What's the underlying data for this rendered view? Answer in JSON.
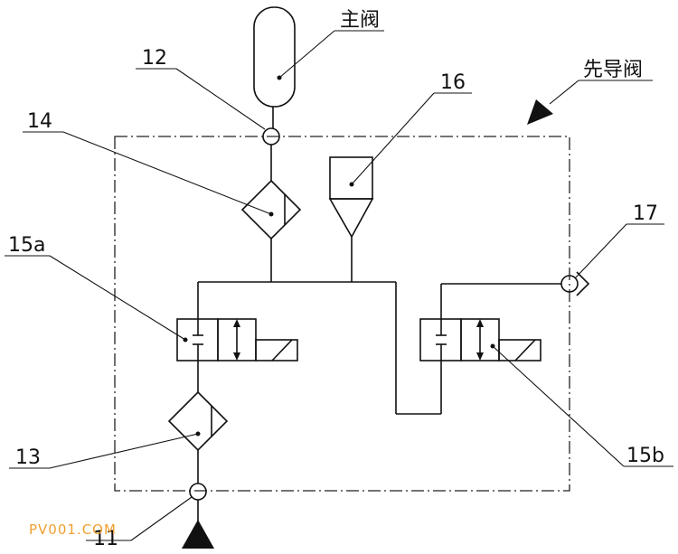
{
  "labels": {
    "main_valve": "主阀",
    "pilot_valve": "先导阀",
    "n12": "12",
    "n14": "14",
    "n16": "16",
    "n15a": "15a",
    "n17": "17",
    "n13": "13",
    "n15b": "15b",
    "n11": "11"
  },
  "watermark": "PV001.COM",
  "colors": {
    "line": "#111111",
    "watermark": "#f0a030"
  }
}
